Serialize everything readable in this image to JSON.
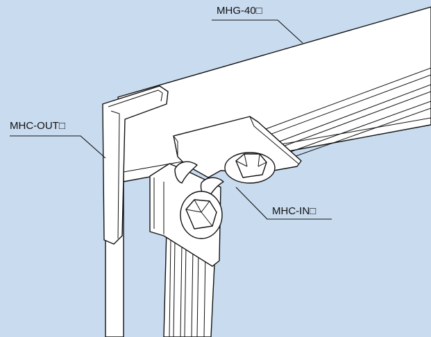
{
  "labels": {
    "mhg": "MHG-40□",
    "mhc_out": "MHC-OUT□",
    "mhc_in": "MHC-IN□"
  },
  "colors": {
    "background": "#c9dbef",
    "part_fill": "#ffffff",
    "line": "#111111"
  }
}
